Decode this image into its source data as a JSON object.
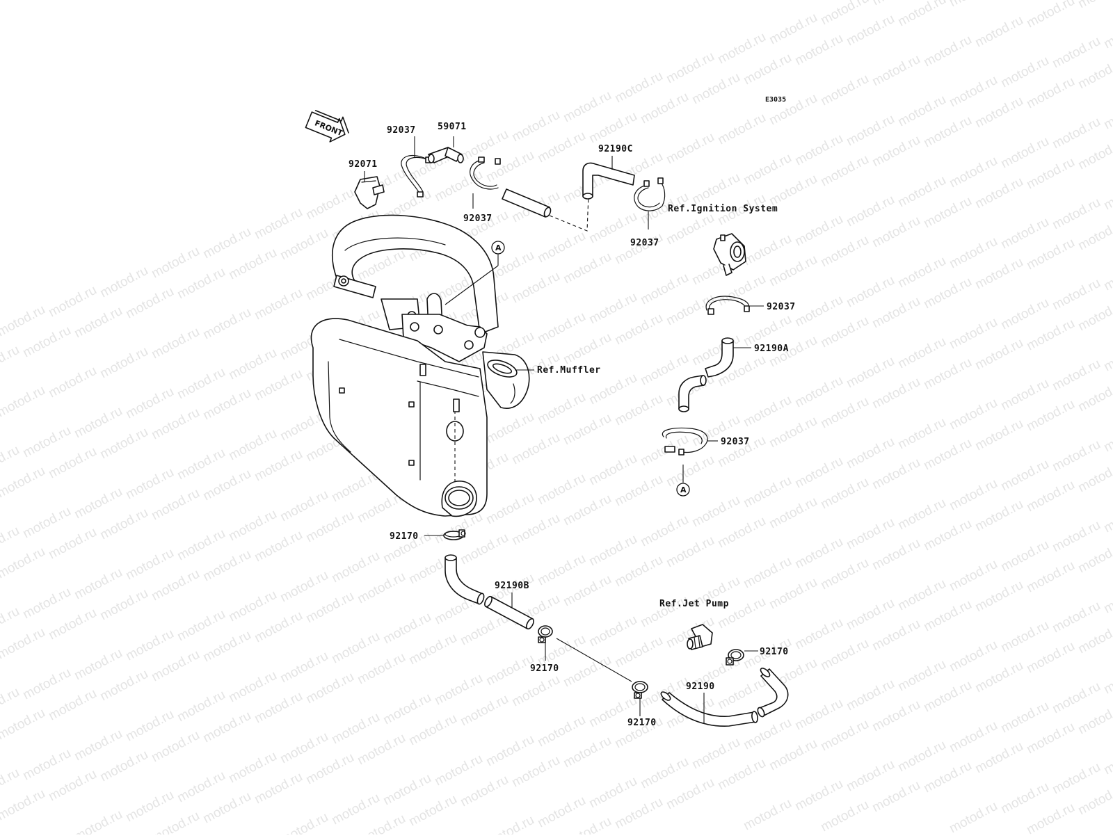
{
  "watermark": "motod.ru",
  "diagram_code": "E3035",
  "front_label": "FRONT",
  "callout_a": "A",
  "labels": {
    "p92037_top_left": "92037",
    "p59071": "59071",
    "p92071": "92071",
    "p92037_top_mid": "92037",
    "p92190c": "92190C",
    "p92037_right_top": "92037",
    "ref_ignition": "Ref.Ignition System",
    "p92037_right_mid": "92037",
    "p92190a": "92190A",
    "ref_muffler": "Ref.Muffler",
    "p92037_right_low": "92037",
    "p92170_mid": "92170",
    "p92190b": "92190B",
    "p92170_b1": "92170",
    "p92170_b2": "92170",
    "ref_jet_pump": "Ref.Jet Pump",
    "p92170_b3": "92170",
    "p92190": "92190"
  },
  "colors": {
    "ink": "#111111",
    "watermark": "#e4e4e4",
    "background": "#ffffff"
  }
}
